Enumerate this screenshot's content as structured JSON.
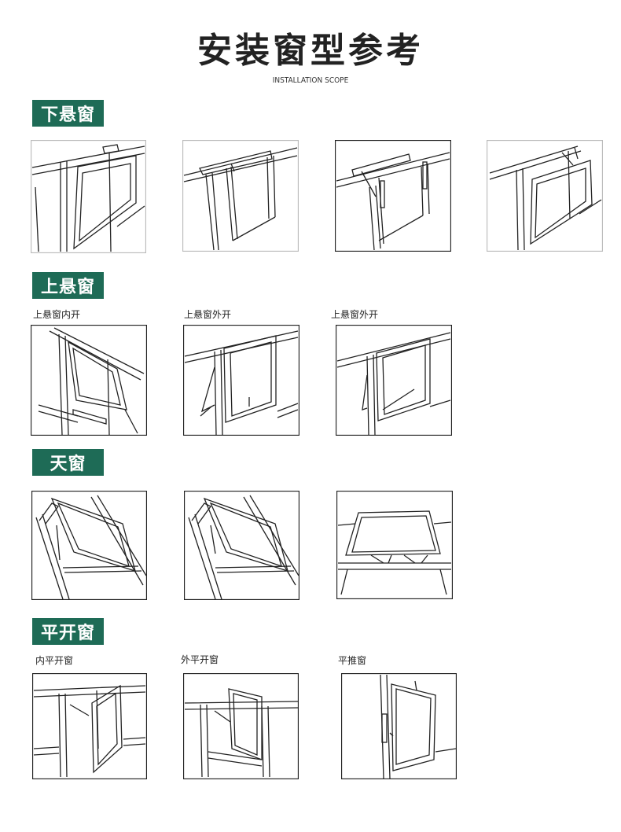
{
  "page": {
    "title": "安装窗型参考",
    "subtitle": "INSTALLATION SCOPE",
    "accent_color": "#1e6b56"
  },
  "sections": [
    {
      "heading": "下悬窗",
      "captions": [
        "",
        "",
        "",
        ""
      ]
    },
    {
      "heading": "上悬窗",
      "captions": [
        "上悬窗内开",
        "上悬窗外开",
        "上悬窗外开"
      ]
    },
    {
      "heading": "天窗",
      "captions": [
        "",
        "",
        ""
      ]
    },
    {
      "heading": "平开窗",
      "captions": [
        "内平开窗",
        "外平开窗",
        "平推窗"
      ]
    }
  ]
}
